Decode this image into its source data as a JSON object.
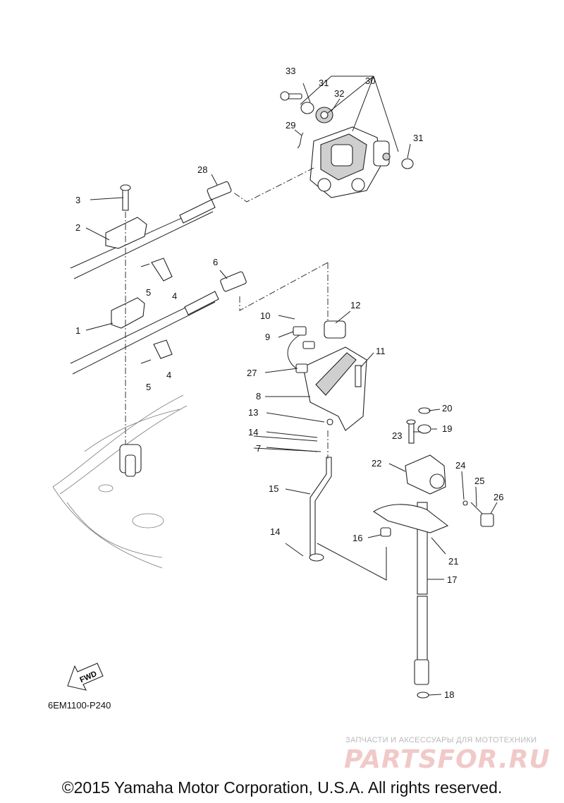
{
  "diagram": {
    "callouts": [
      {
        "id": "c33",
        "text": "33"
      },
      {
        "id": "c31a",
        "text": "31"
      },
      {
        "id": "c32",
        "text": "32"
      },
      {
        "id": "c30",
        "text": "30"
      },
      {
        "id": "c29",
        "text": "29"
      },
      {
        "id": "c31b",
        "text": "31"
      },
      {
        "id": "c28",
        "text": "28"
      },
      {
        "id": "c3",
        "text": "3"
      },
      {
        "id": "c2",
        "text": "2"
      },
      {
        "id": "c5a",
        "text": "5"
      },
      {
        "id": "c4a",
        "text": "4"
      },
      {
        "id": "c6",
        "text": "6"
      },
      {
        "id": "c1",
        "text": "1"
      },
      {
        "id": "c4b",
        "text": "4"
      },
      {
        "id": "c5b",
        "text": "5"
      },
      {
        "id": "c10",
        "text": "10"
      },
      {
        "id": "c12",
        "text": "12"
      },
      {
        "id": "c9",
        "text": "9"
      },
      {
        "id": "c11",
        "text": "11"
      },
      {
        "id": "c27",
        "text": "27"
      },
      {
        "id": "c8",
        "text": "8"
      },
      {
        "id": "c13",
        "text": "13"
      },
      {
        "id": "c20",
        "text": "20"
      },
      {
        "id": "c14a",
        "text": "14"
      },
      {
        "id": "c23",
        "text": "23"
      },
      {
        "id": "c19",
        "text": "19"
      },
      {
        "id": "c7",
        "text": "7"
      },
      {
        "id": "c22",
        "text": "22"
      },
      {
        "id": "c24",
        "text": "24"
      },
      {
        "id": "c25",
        "text": "25"
      },
      {
        "id": "c15",
        "text": "15"
      },
      {
        "id": "c26",
        "text": "26"
      },
      {
        "id": "c14b",
        "text": "14"
      },
      {
        "id": "c16",
        "text": "16"
      },
      {
        "id": "c21",
        "text": "21"
      },
      {
        "id": "c17",
        "text": "17"
      },
      {
        "id": "c18",
        "text": "18"
      }
    ],
    "fwd_label": "FWD",
    "drawing_code": "6EM1100-P240"
  },
  "watermark": {
    "tagline": "ЗАПЧАСТИ И АКСЕССУАРЫ ДЛЯ МОТОТЕХНИКИ",
    "logo": "PARTSFOR.RU"
  },
  "footer": {
    "copyright": "©2015 Yamaha Motor Corporation, U.S.A. All rights reserved."
  }
}
